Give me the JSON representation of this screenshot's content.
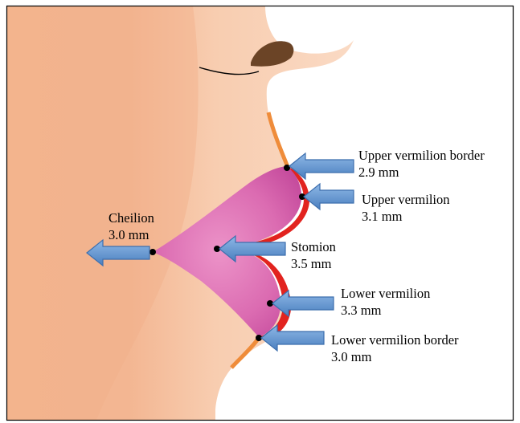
{
  "figure": {
    "points": [
      {
        "id": "upper-vermilion-border",
        "name": "Upper vermilion border",
        "value": "2.9 mm"
      },
      {
        "id": "upper-vermilion",
        "name": "Upper vermilion",
        "value": "3.1 mm"
      },
      {
        "id": "cheilion",
        "name": "Cheilion",
        "value": "3.0 mm"
      },
      {
        "id": "stomion",
        "name": "Stomion",
        "value": "3.5 mm"
      },
      {
        "id": "lower-vermilion",
        "name": "Lower vermilion",
        "value": "3.3 mm"
      },
      {
        "id": "lower-vermilion-border",
        "name": "Lower vermilion border",
        "value": "3.0 mm"
      }
    ]
  }
}
